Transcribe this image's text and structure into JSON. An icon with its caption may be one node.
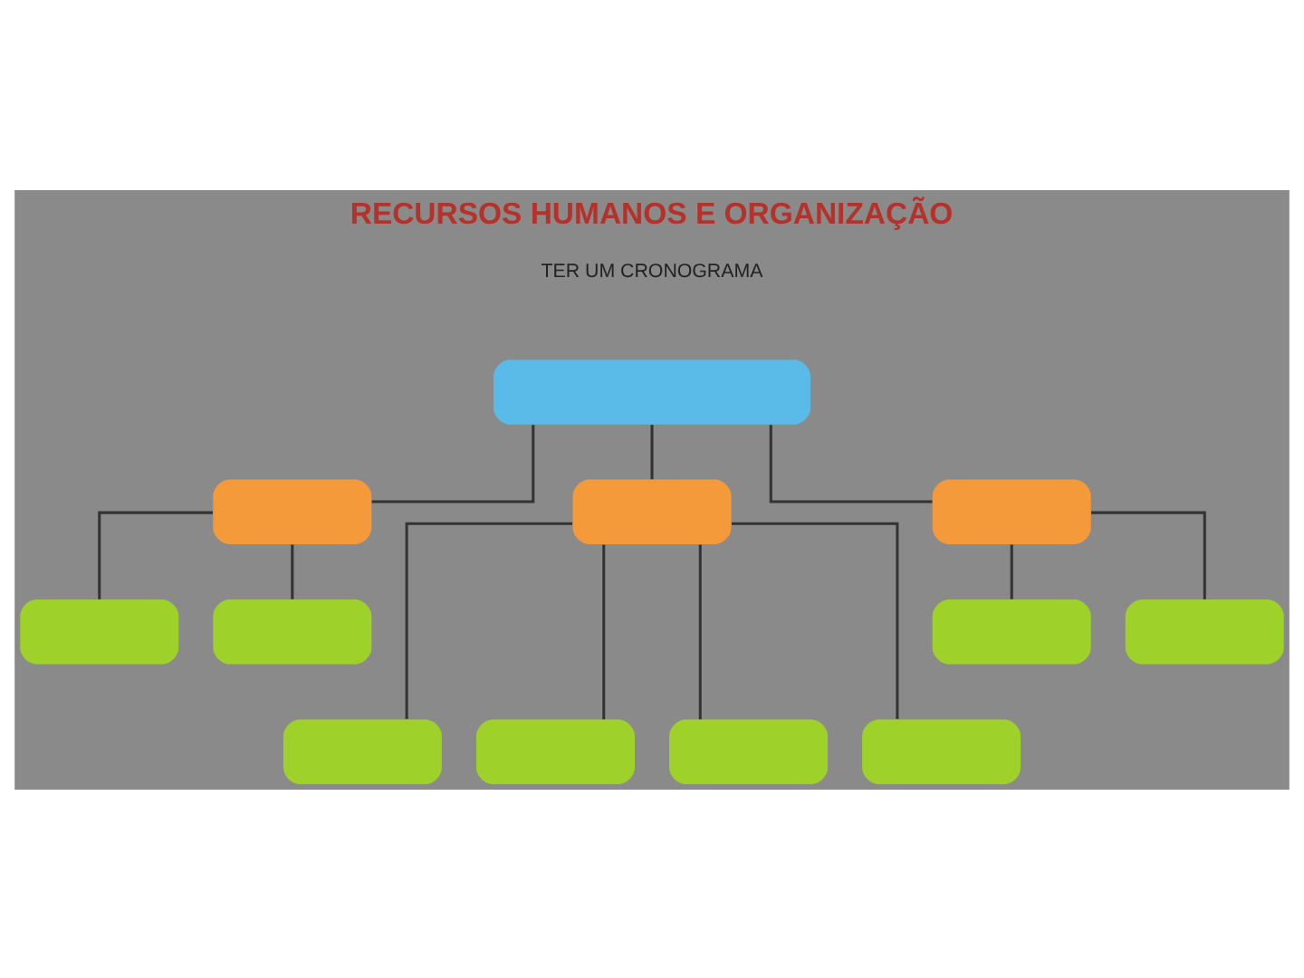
{
  "diagram": {
    "title": "RECURSOS HUMANOS E ORGANIZAÇÃO",
    "nodes": [
      {
        "text": [],
        "shape": "box"
      },
      {
        "text": [],
        "shape": "box"
      },
      {
        "text": [],
        "shape": "box"
      },
      {
        "text": [],
        "shape": "box"
      },
      {
        "text": [],
        "shape": "box"
      },
      {
        "text": [],
        "shape": "box"
      },
      {
        "text": [],
        "shape": "box"
      },
      {
        "text": [],
        "shape": "box"
      },
      {
        "text": [],
        "shape": "box"
      },
      {
        "text": [],
        "shape": "box"
      },
      {
        "text": [],
        "shape": "box"
      },
      {
        "text": [],
        "shape": "box"
      }
    ],
    "edges": [
      {
        "from": 0,
        "to": 1,
        "arrow": "none"
      },
      {
        "from": 0,
        "to": 2,
        "arrow": "none"
      },
      {
        "from": 0,
        "to": 3,
        "arrow": "none"
      },
      {
        "from": 1,
        "to": 4,
        "arrow": "none"
      },
      {
        "from": 1,
        "to": 5,
        "arrow": "none"
      },
      {
        "from": 3,
        "to": 6,
        "arrow": "none"
      },
      {
        "from": 3,
        "to": 7,
        "arrow": "none"
      },
      {
        "from": 2,
        "to": 8,
        "arrow": "none"
      },
      {
        "from": 2,
        "to": 9,
        "arrow": "none"
      },
      {
        "from": 2,
        "to": 10,
        "arrow": "none"
      },
      {
        "from": 2,
        "to": 11,
        "arrow": "none"
      }
    ],
    "labels": [
      "TER UM CRONOGRAMA"
    ]
  }
}
